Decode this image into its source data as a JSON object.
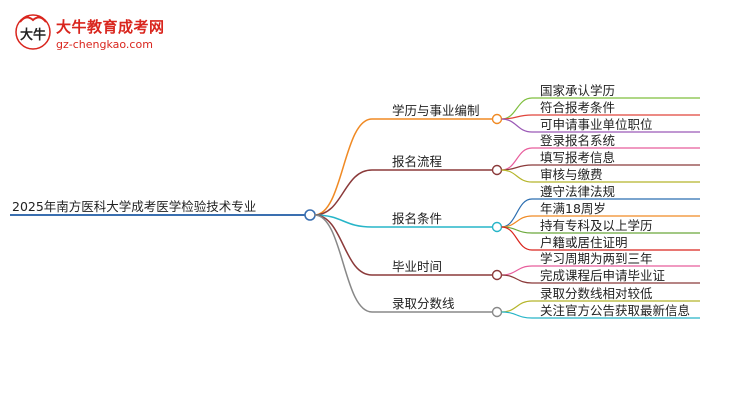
{
  "logo": {
    "title": "大牛教育成考网",
    "url": "gz-chengkao.com",
    "mark_text": "大牛"
  },
  "mindmap": {
    "root": "2025年南方医科大学成考医学检验技术专业",
    "root_color": "#3a6fb0",
    "branches": [
      {
        "label": "学历与事业编制",
        "color": "#f08a24",
        "children": [
          {
            "label": "国家承认学历",
            "color": "#7fbf3f"
          },
          {
            "label": "符合报考条件",
            "color": "#e0443b"
          },
          {
            "label": "可申请事业单位职位",
            "color": "#9b59b6"
          }
        ]
      },
      {
        "label": "报名流程",
        "color": "#8b3a3a",
        "children": [
          {
            "label": "登录报名系统",
            "color": "#e85d9c"
          },
          {
            "label": "填写报考信息",
            "color": "#8b3a3a"
          },
          {
            "label": "审核与缴费",
            "color": "#b5b52a"
          }
        ]
      },
      {
        "label": "报名条件",
        "color": "#27b5c8",
        "children": [
          {
            "label": "遵守法律法规",
            "color": "#2a6db0"
          },
          {
            "label": "年满18周岁",
            "color": "#f08a24"
          },
          {
            "label": "持有专科及以上学历",
            "color": "#6aa83a"
          },
          {
            "label": "户籍或居住证明",
            "color": "#d9251d"
          }
        ]
      },
      {
        "label": "毕业时间",
        "color": "#8b3a3a",
        "children": [
          {
            "label": "学习周期为两到三年",
            "color": "#e85d9c"
          },
          {
            "label": "完成课程后申请毕业证",
            "color": "#8b3a3a"
          }
        ]
      },
      {
        "label": "录取分数线",
        "color": "#888888",
        "children": [
          {
            "label": "录取分数线相对较低",
            "color": "#b5b52a"
          },
          {
            "label": "关注官方公告获取最新信息",
            "color": "#27b5c8"
          }
        ]
      }
    ]
  }
}
